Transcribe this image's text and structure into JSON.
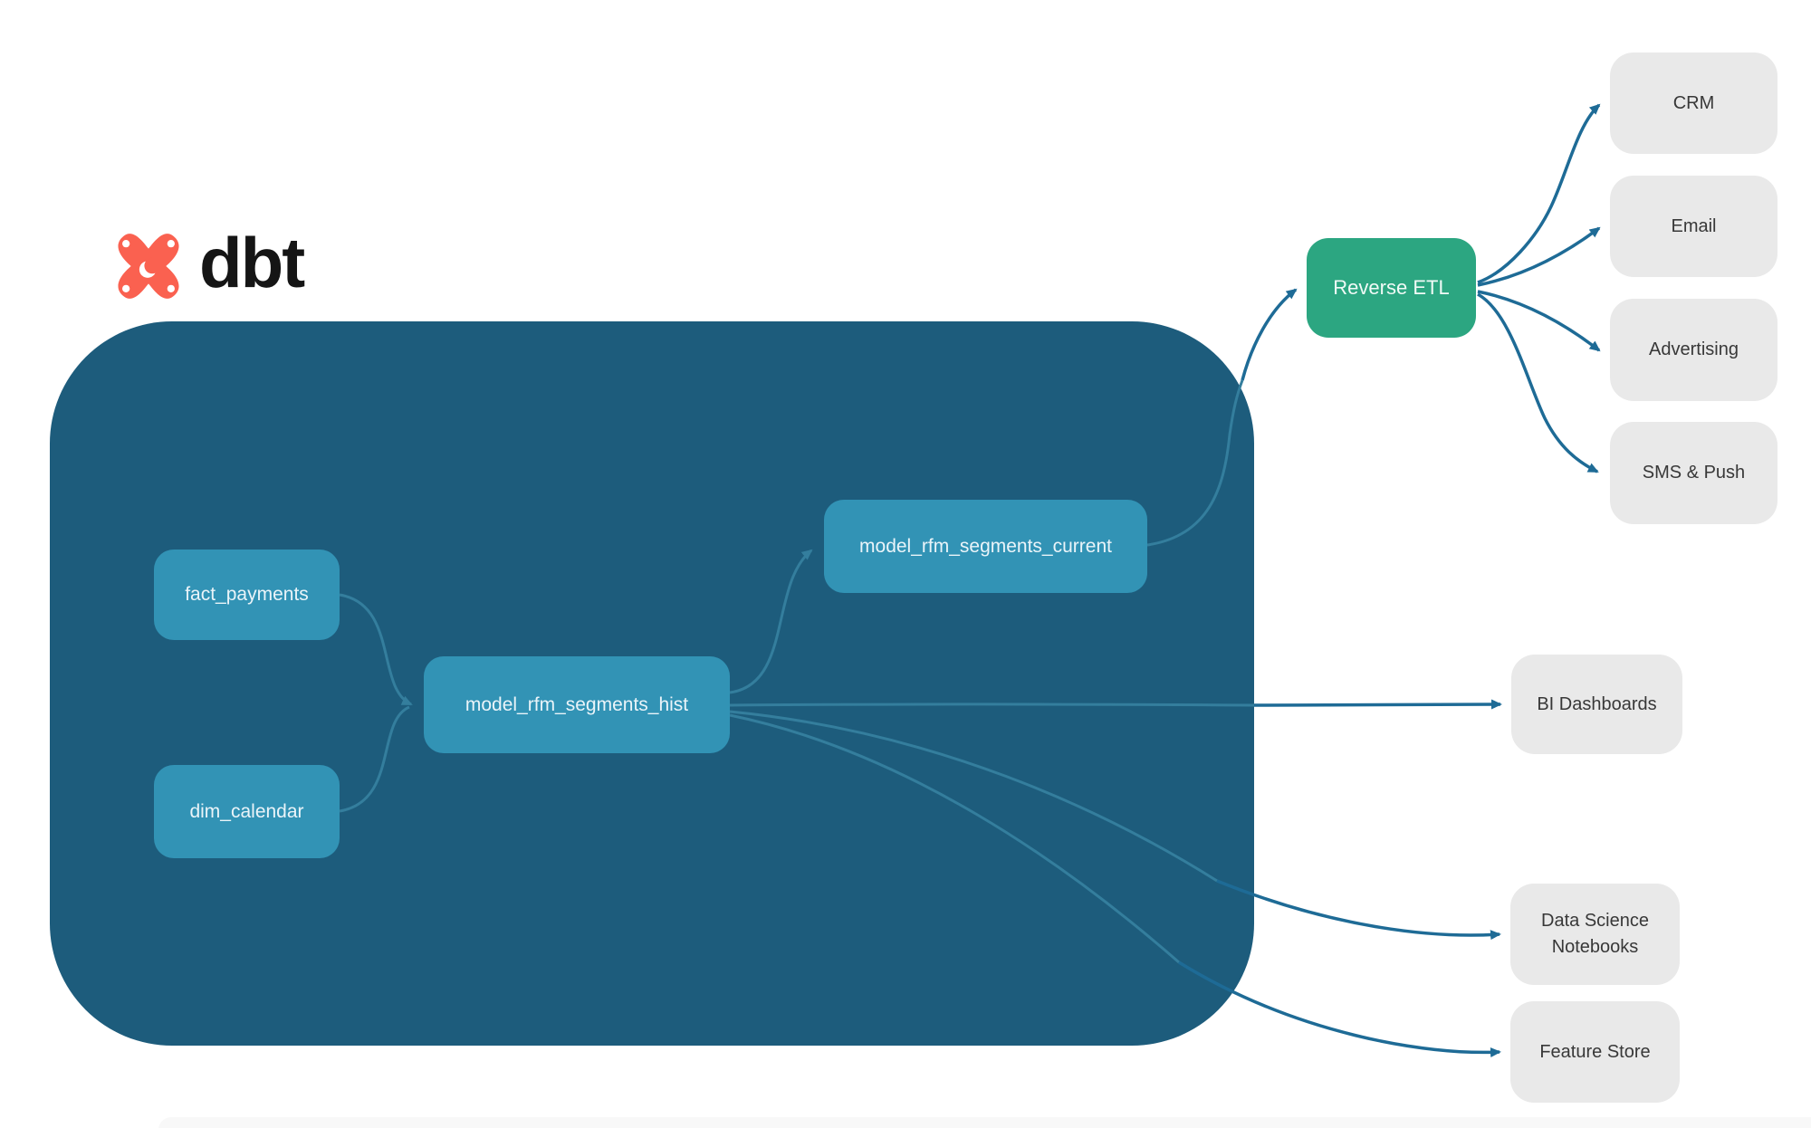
{
  "brand": {
    "name": "dbt"
  },
  "colors": {
    "container": "#1d5c7c",
    "model_node": "#3293b5",
    "reverse_etl_node": "#2ca681",
    "destination_node": "#e9e9e9",
    "edge_inside": "#347e9d",
    "edge_outside": "#1e6b96",
    "logo_orange": "#fa6150"
  },
  "nodes": {
    "fact_payments": "fact_payments",
    "dim_calendar": "dim_calendar",
    "model_hist": "model_rfm_segments_hist",
    "model_current": "model_rfm_segments_current",
    "reverse_etl": "Reverse ETL",
    "crm": "CRM",
    "email": "Email",
    "advertising": "Advertising",
    "sms_push": "SMS & Push",
    "bi_dashboards": "BI Dashboards",
    "data_science_notebooks": "Data Science Notebooks",
    "feature_store": "Feature Store"
  },
  "edges": [
    {
      "from": "fact_payments",
      "to": "model_rfm_segments_hist"
    },
    {
      "from": "dim_calendar",
      "to": "model_rfm_segments_hist"
    },
    {
      "from": "model_rfm_segments_hist",
      "to": "model_rfm_segments_current"
    },
    {
      "from": "model_rfm_segments_current",
      "to": "Reverse ETL"
    },
    {
      "from": "Reverse ETL",
      "to": "CRM"
    },
    {
      "from": "Reverse ETL",
      "to": "Email"
    },
    {
      "from": "Reverse ETL",
      "to": "Advertising"
    },
    {
      "from": "Reverse ETL",
      "to": "SMS & Push"
    },
    {
      "from": "model_rfm_segments_hist",
      "to": "BI Dashboards"
    },
    {
      "from": "model_rfm_segments_hist",
      "to": "Data Science Notebooks"
    },
    {
      "from": "model_rfm_segments_hist",
      "to": "Feature Store"
    }
  ]
}
